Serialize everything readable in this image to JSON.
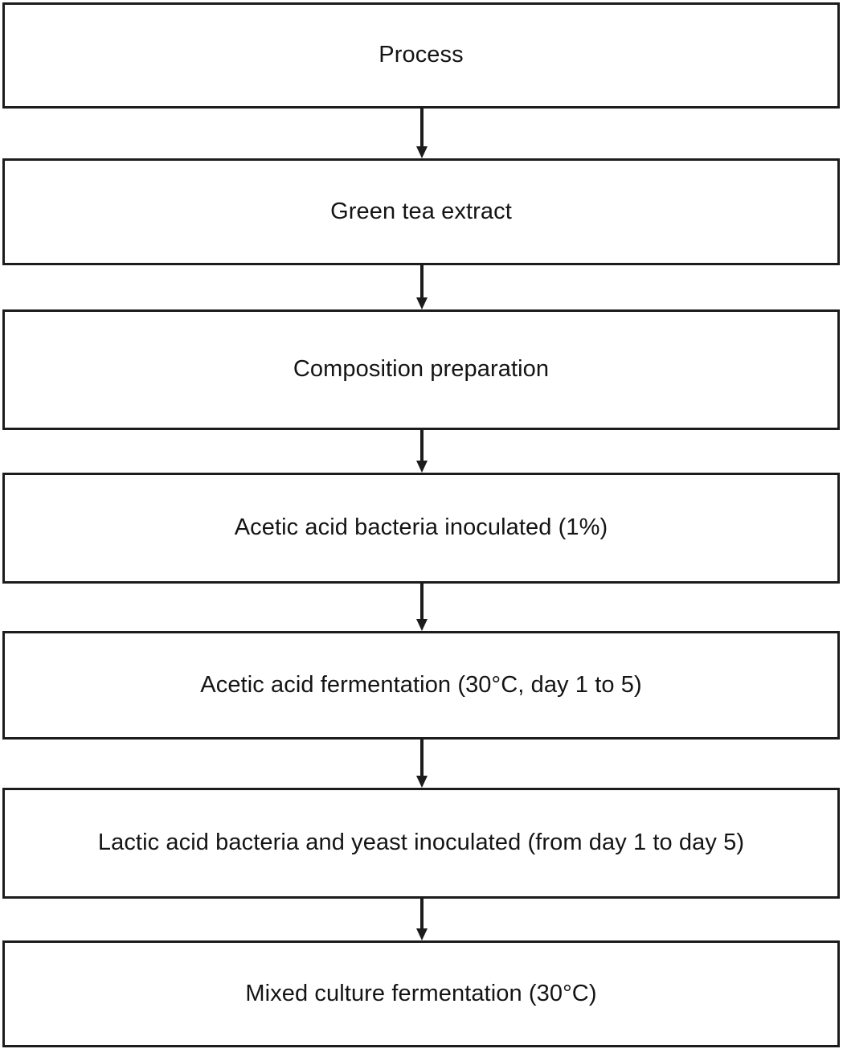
{
  "diagram": {
    "type": "flowchart",
    "orientation": "vertical-top-to-bottom",
    "background_color": "#ffffff",
    "border_color": "#1c1c1c",
    "text_color": "#141414",
    "nodes": [
      {
        "id": "n1",
        "label": "Process"
      },
      {
        "id": "n2",
        "label": "Green tea extract"
      },
      {
        "id": "n3",
        "label": "Composition preparation"
      },
      {
        "id": "n4",
        "label": "Acetic acid bacteria inoculated (1%)"
      },
      {
        "id": "n5",
        "label": "Acetic acid fermentation (30°C, day 1 to 5)"
      },
      {
        "id": "n6",
        "label": "Lactic acid bacteria and yeast inoculated (from day 1 to day 5)"
      },
      {
        "id": "n7",
        "label": "Mixed culture fermentation (30°C)"
      }
    ],
    "edges": [
      {
        "from": "n1",
        "to": "n2",
        "style": "arrow-down"
      },
      {
        "from": "n2",
        "to": "n3",
        "style": "arrow-down"
      },
      {
        "from": "n3",
        "to": "n4",
        "style": "arrow-down"
      },
      {
        "from": "n4",
        "to": "n5",
        "style": "arrow-down"
      },
      {
        "from": "n5",
        "to": "n6",
        "style": "arrow-down"
      },
      {
        "from": "n6",
        "to": "n7",
        "style": "arrow-down"
      }
    ]
  }
}
